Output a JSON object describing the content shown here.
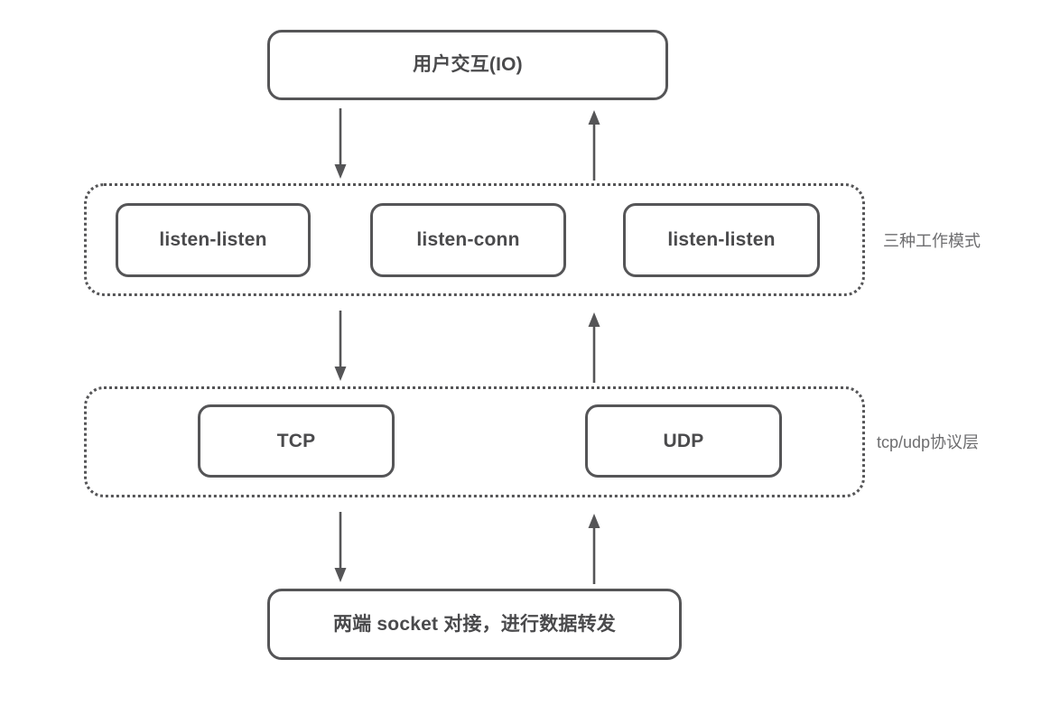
{
  "diagram": {
    "title_box": {
      "label": "用户交互(IO)"
    },
    "mode_group": {
      "caption": "三种工作模式",
      "boxes": [
        {
          "label": "listen-listen"
        },
        {
          "label": "listen-conn"
        },
        {
          "label": "listen-listen"
        }
      ]
    },
    "protocol_group": {
      "caption": "tcp/udp协议层",
      "boxes": [
        {
          "label": "TCP"
        },
        {
          "label": "UDP"
        }
      ]
    },
    "bottom_box": {
      "label": "两端 socket 对接，进行数据转发"
    },
    "arrows": [
      {
        "name": "arrow-down-io-to-modes",
        "direction": "down"
      },
      {
        "name": "arrow-up-modes-to-io",
        "direction": "up"
      },
      {
        "name": "arrow-down-modes-to-protocol",
        "direction": "down"
      },
      {
        "name": "arrow-up-protocol-to-modes",
        "direction": "up"
      },
      {
        "name": "arrow-down-protocol-to-socket",
        "direction": "down"
      },
      {
        "name": "arrow-up-socket-to-protocol",
        "direction": "up"
      }
    ],
    "colors": {
      "stroke": "#555557",
      "text": "#4a4a4c",
      "caption": "#6d6d6f",
      "background": "#ffffff"
    }
  }
}
